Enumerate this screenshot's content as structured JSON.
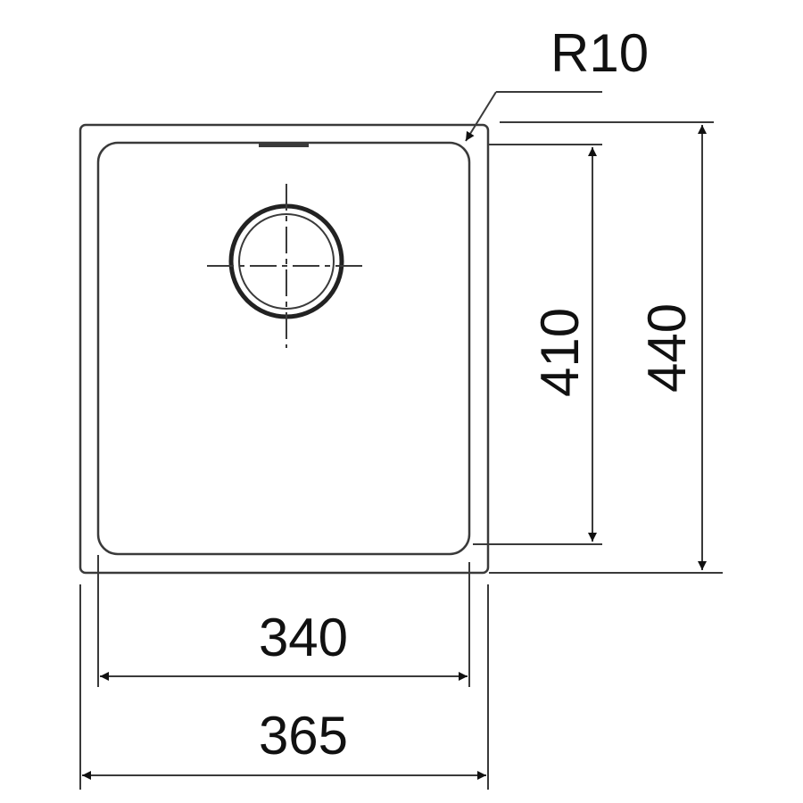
{
  "diagram": {
    "radius_label": "R10",
    "inner_width_label": "340",
    "outer_width_label": "365",
    "inner_height_label": "410",
    "outer_height_label": "440"
  },
  "colors": {
    "line": "#3a3a3a",
    "text": "#111111",
    "background": "#ffffff"
  }
}
